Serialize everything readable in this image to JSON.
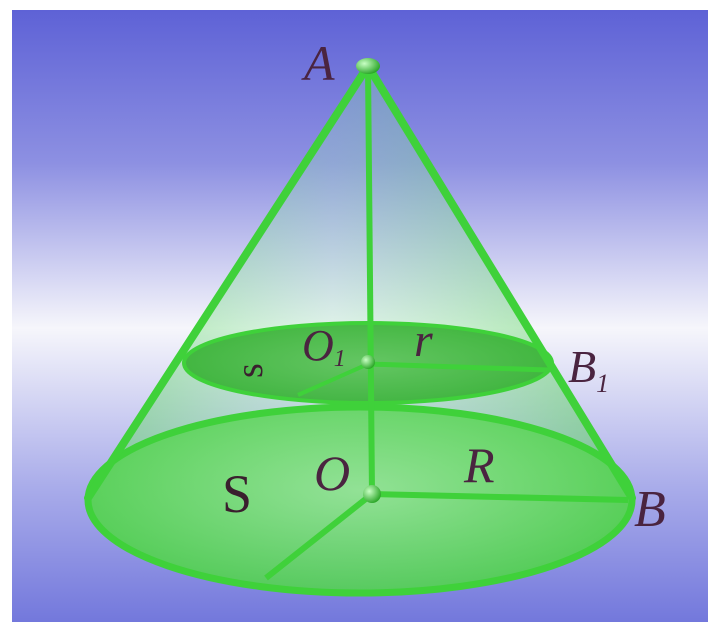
{
  "diagram": {
    "labels": {
      "apex": "A",
      "upper_center": "O",
      "upper_center_sub": "1",
      "small_radius": "r",
      "upper_edge_point": "B",
      "upper_edge_point_sub": "1",
      "base_center": "O",
      "big_radius": "R",
      "base_edge_point": "B",
      "base_area": "S",
      "section_area": "s"
    },
    "colors": {
      "background_top": "#6b6fdc",
      "background_mid": "#f2f2f8",
      "background_bottom": "#7f84e0",
      "cone_edge": "#3fd13a",
      "cone_fill": "#6fe06a",
      "label": "#4a2440"
    }
  }
}
